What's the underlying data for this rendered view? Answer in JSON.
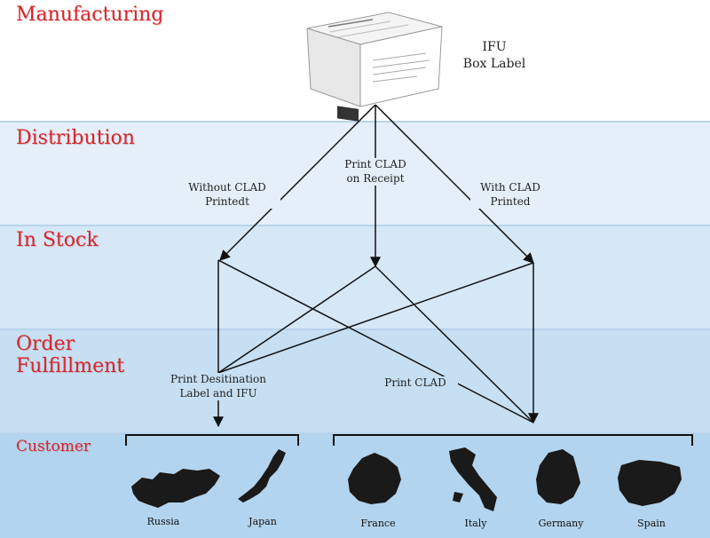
{
  "stages": {
    "manufacturing": "Manufacturing",
    "distribution": "Distribution",
    "in_stock": "In Stock",
    "order_line1": "Order",
    "order_line2": "Fulfillment",
    "customer": "Customer"
  },
  "box_label": {
    "line1": "IFU",
    "line2": "Box Label"
  },
  "paths": {
    "without_clad_line1": "Without CLAD",
    "without_clad_line2": "Printedt",
    "print_on_receipt_line1": "Print CLAD",
    "print_on_receipt_line2": "on Receipt",
    "with_clad_line1": "With CLAD",
    "with_clad_line2": "Printed",
    "print_destination_line1": "Print Desitination",
    "print_destination_line2": "Label and IFU",
    "print_clad": "Print CLAD"
  },
  "countries": {
    "russia": "Russia",
    "japan": "Japan",
    "france": "France",
    "italy": "Italy",
    "germany": "Germany",
    "spain": "Spain"
  },
  "colors": {
    "stage_red": "#d7262c",
    "line": "#111111"
  }
}
